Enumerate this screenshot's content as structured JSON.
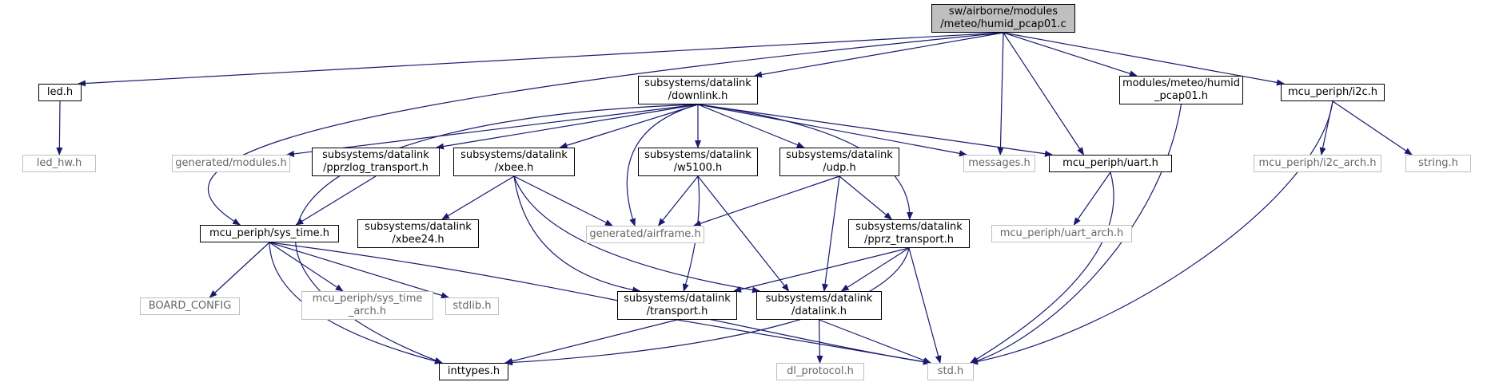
{
  "nodes": [
    {
      "id": "root",
      "kind": "root",
      "lines": [
        "sw/airborne/modules",
        "/meteo/humid_pcap01.c"
      ]
    },
    {
      "id": "led",
      "kind": "normal",
      "lines": [
        "led.h"
      ]
    },
    {
      "id": "led_hw",
      "kind": "ext",
      "lines": [
        "led_hw.h"
      ]
    },
    {
      "id": "downlink",
      "kind": "normal",
      "lines": [
        "subsystems/datalink",
        "/downlink.h"
      ]
    },
    {
      "id": "modmeteo",
      "kind": "normal",
      "lines": [
        "modules/meteo/humid",
        "_pcap01.h"
      ]
    },
    {
      "id": "i2c",
      "kind": "normal",
      "lines": [
        "mcu_periph/i2c.h"
      ]
    },
    {
      "id": "genmod",
      "kind": "ext",
      "lines": [
        "generated/modules.h"
      ]
    },
    {
      "id": "pprzlog",
      "kind": "normal",
      "lines": [
        "subsystems/datalink",
        "/pprzlog_transport.h"
      ]
    },
    {
      "id": "xbee",
      "kind": "normal",
      "lines": [
        "subsystems/datalink",
        "/xbee.h"
      ]
    },
    {
      "id": "w5100",
      "kind": "normal",
      "lines": [
        "subsystems/datalink",
        "/w5100.h"
      ]
    },
    {
      "id": "udp",
      "kind": "normal",
      "lines": [
        "subsystems/datalink",
        "/udp.h"
      ]
    },
    {
      "id": "messages",
      "kind": "ext",
      "lines": [
        "messages.h"
      ]
    },
    {
      "id": "uart",
      "kind": "normal",
      "lines": [
        "mcu_periph/uart.h"
      ]
    },
    {
      "id": "i2carch",
      "kind": "ext",
      "lines": [
        "mcu_periph/i2c_arch.h"
      ]
    },
    {
      "id": "string",
      "kind": "ext",
      "lines": [
        "string.h"
      ]
    },
    {
      "id": "systime",
      "kind": "normal",
      "lines": [
        "mcu_periph/sys_time.h"
      ]
    },
    {
      "id": "xbee24",
      "kind": "normal",
      "lines": [
        "subsystems/datalink",
        "/xbee24.h"
      ]
    },
    {
      "id": "airframe",
      "kind": "ext",
      "lines": [
        "generated/airframe.h"
      ]
    },
    {
      "id": "pprz",
      "kind": "normal",
      "lines": [
        "subsystems/datalink",
        "/pprz_transport.h"
      ]
    },
    {
      "id": "uartarch",
      "kind": "ext",
      "lines": [
        "mcu_periph/uart_arch.h"
      ]
    },
    {
      "id": "board",
      "kind": "ext",
      "lines": [
        "BOARD_CONFIG"
      ]
    },
    {
      "id": "systimearch",
      "kind": "ext",
      "lines": [
        "mcu_periph/sys_time",
        "_arch.h"
      ]
    },
    {
      "id": "stdlib",
      "kind": "ext",
      "lines": [
        "stdlib.h"
      ]
    },
    {
      "id": "transport",
      "kind": "normal",
      "lines": [
        "subsystems/datalink",
        "/transport.h"
      ]
    },
    {
      "id": "datalink",
      "kind": "normal",
      "lines": [
        "subsystems/datalink",
        "/datalink.h"
      ]
    },
    {
      "id": "inttypes",
      "kind": "normal",
      "lines": [
        "inttypes.h"
      ]
    },
    {
      "id": "dlproto",
      "kind": "ext",
      "lines": [
        "dl_protocol.h"
      ]
    },
    {
      "id": "std",
      "kind": "ext",
      "lines": [
        "std.h"
      ]
    }
  ],
  "edges": [
    [
      "root",
      "led"
    ],
    [
      "root",
      "systime"
    ],
    [
      "root",
      "downlink"
    ],
    [
      "root",
      "messages"
    ],
    [
      "root",
      "uart"
    ],
    [
      "root",
      "modmeteo"
    ],
    [
      "root",
      "i2c"
    ],
    [
      "led",
      "led_hw"
    ],
    [
      "downlink",
      "genmod"
    ],
    [
      "downlink",
      "pprzlog"
    ],
    [
      "downlink",
      "xbee"
    ],
    [
      "downlink",
      "w5100"
    ],
    [
      "downlink",
      "udp"
    ],
    [
      "downlink",
      "messages"
    ],
    [
      "downlink",
      "uart"
    ],
    [
      "downlink",
      "pprz"
    ],
    [
      "downlink",
      "airframe"
    ],
    [
      "downlink",
      "inttypes"
    ],
    [
      "modmeteo",
      "std"
    ],
    [
      "i2c",
      "i2carch"
    ],
    [
      "i2c",
      "string"
    ],
    [
      "i2c",
      "std"
    ],
    [
      "pprzlog",
      "systime"
    ],
    [
      "xbee",
      "xbee24"
    ],
    [
      "xbee",
      "airframe"
    ],
    [
      "xbee",
      "transport"
    ],
    [
      "xbee",
      "datalink"
    ],
    [
      "w5100",
      "airframe"
    ],
    [
      "w5100",
      "transport"
    ],
    [
      "w5100",
      "datalink"
    ],
    [
      "udp",
      "airframe"
    ],
    [
      "udp",
      "pprz"
    ],
    [
      "udp",
      "datalink"
    ],
    [
      "uart",
      "uartarch"
    ],
    [
      "uart",
      "std"
    ],
    [
      "systime",
      "board"
    ],
    [
      "systime",
      "systimearch"
    ],
    [
      "systime",
      "stdlib"
    ],
    [
      "systime",
      "inttypes"
    ],
    [
      "systime",
      "std"
    ],
    [
      "pprz",
      "transport"
    ],
    [
      "pprz",
      "datalink"
    ],
    [
      "pprz",
      "inttypes"
    ],
    [
      "pprz",
      "std"
    ],
    [
      "transport",
      "inttypes"
    ],
    [
      "transport",
      "std"
    ],
    [
      "datalink",
      "dlproto"
    ],
    [
      "datalink",
      "std"
    ]
  ],
  "colors": {
    "edge": "#191970",
    "node_border": "#000000",
    "ext_border": "#bfbfbf",
    "ext_text": "#666666",
    "root_fill": "#bfbfbf"
  }
}
